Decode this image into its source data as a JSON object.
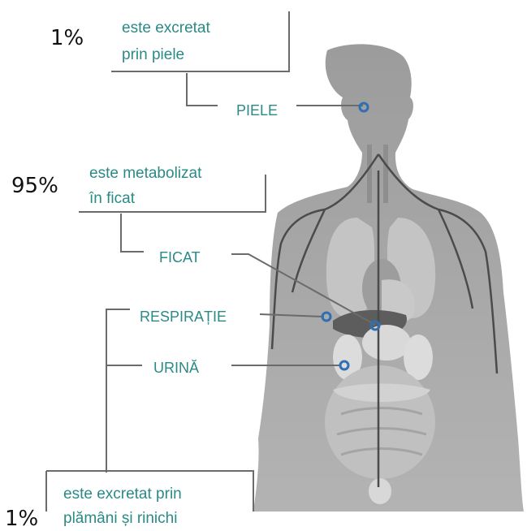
{
  "blocks": {
    "skin": {
      "percent": "1%",
      "line1": "este excretat",
      "line2": "prin piele"
    },
    "liver": {
      "percent": "95%",
      "line1": "este metabolizat",
      "line2": "în ficat"
    },
    "lungs_kidneys": {
      "percent": "1%",
      "line1": "este excretat prin",
      "line2": "plămâni și rinichi"
    }
  },
  "organ_labels": {
    "skin": "PIELE",
    "liver": "FICAT",
    "respiration": "RESPIRAȚIE",
    "urine": "URINĂ"
  },
  "colors": {
    "accent_text": "#2a8a86",
    "marker": "#2f6fb3",
    "line": "#6b6b6b",
    "body": "#a9a9a9"
  }
}
